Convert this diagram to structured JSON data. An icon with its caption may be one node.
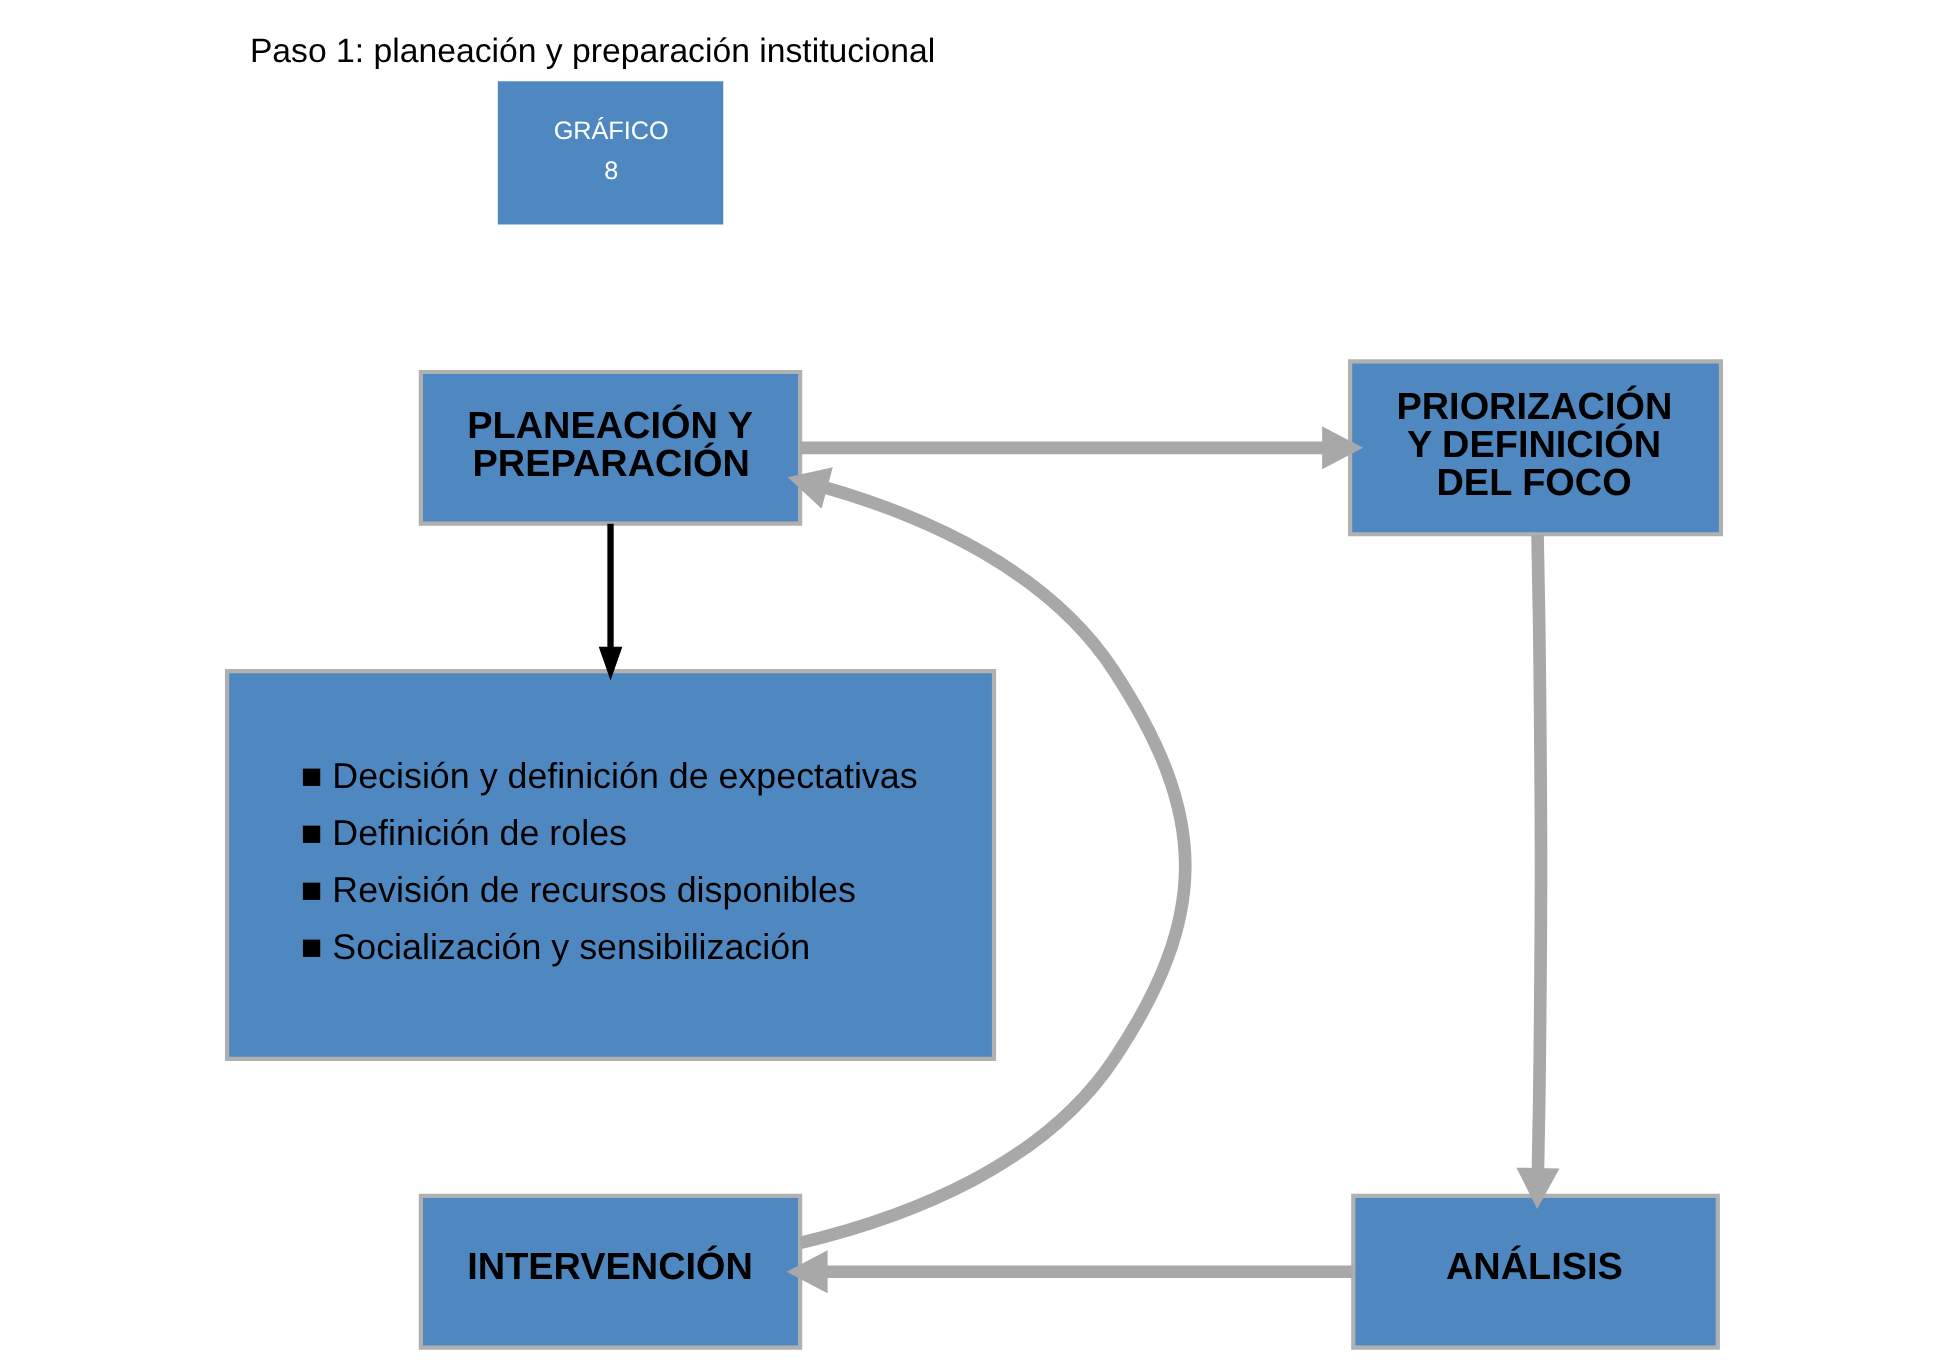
{
  "diagram": {
    "title": "Paso 1: planeación y preparación institucional",
    "nodes": [
      {
        "text": [
          "PLANEACIÓN Y PREPARACIÓN"
        ]
      },
      {
        "text": [
          "PRIORIZACIÓN Y DEFINICIÓN DEL FOCO"
        ]
      },
      {
        "text": [
          "■ Decisión y definición de expectativas",
          "■ Definición de roles",
          "■ Revisión de recursos disponibles",
          "■ Socialización y sensibilización"
        ]
      },
      {
        "text": [
          "ANÁLISIS"
        ]
      },
      {
        "text": [
          "INTERVENCIÓN"
        ]
      }
    ],
    "edges": [
      {
        "from": 0,
        "to": 1,
        "arrow": "to"
      },
      {
        "from": 0,
        "to": 2,
        "arrow": "to",
        "color": "#000000"
      },
      {
        "from": 1,
        "to": 3,
        "arrow": "to"
      },
      {
        "from": 3,
        "to": 4,
        "arrow": "to"
      },
      {
        "from": 4,
        "to": 0,
        "arrow": "to"
      }
    ],
    "labels": [
      "GRÁFICO",
      "8"
    ]
  }
}
